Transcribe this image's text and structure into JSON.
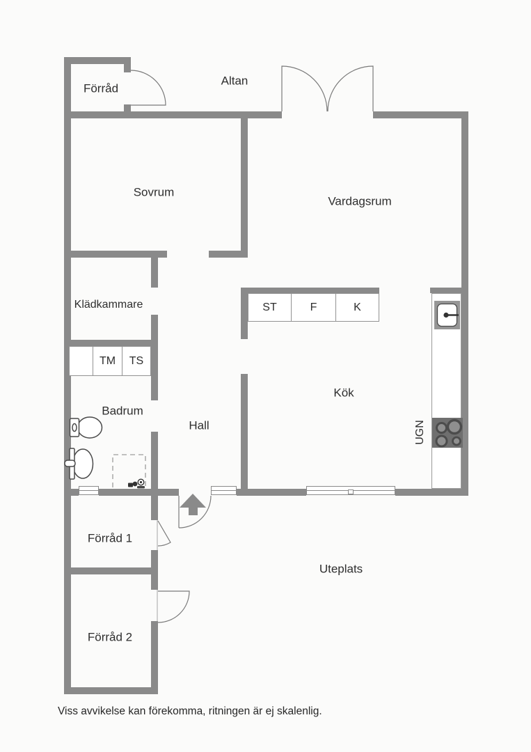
{
  "plan": {
    "rooms": {
      "forrad_top": "Förråd",
      "altan": "Altan",
      "sovrum": "Sovrum",
      "vardagsrum": "Vardagsrum",
      "kladkammare": "Klädkammare",
      "badrum": "Badrum",
      "hall": "Hall",
      "kok": "Kök",
      "forrad1": "Förråd 1",
      "forrad2": "Förråd 2",
      "uteplats": "Uteplats"
    },
    "appliances": {
      "tm": "TM",
      "ts": "TS",
      "st": "ST",
      "f": "F",
      "k": "K",
      "ugn": "UGN"
    },
    "footer": "Viss avvikelse kan förekomma, ritningen är ej skalenlig.",
    "colors": {
      "wall": "#8a8a8a",
      "text": "#2e2e2e"
    }
  }
}
